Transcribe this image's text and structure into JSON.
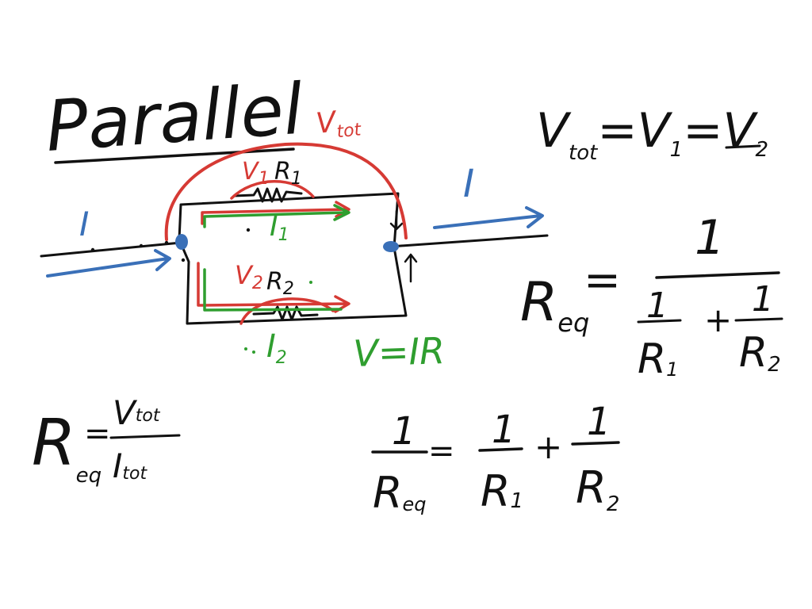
{
  "title": "Parallel",
  "labels": {
    "vtot_arc": "V",
    "vtot_arc_sub": "tot",
    "r1": "R",
    "r1_sub": "1",
    "v1": "V",
    "v1_sub": "1",
    "r2": "R",
    "r2_sub": "2",
    "v2": "V",
    "v2_sub": "2",
    "i1": "I",
    "i1_sub": "1",
    "i2": "I",
    "i2_sub": "2",
    "i_in": "I",
    "i_out": "I",
    "ohms_law": "V=IR"
  },
  "equations": {
    "voltage_eq_v": "V",
    "voltage_eq_tot": "tot",
    "voltage_eq_rest": "=V",
    "voltage_eq_v1_sub": "1",
    "voltage_eq_mid": "=V",
    "voltage_eq_v2_sub": "2",
    "req_top_R": "R",
    "req_top_sub": "eq",
    "req_top_eq": "=",
    "req_top_num": "1",
    "req_top_den1_num": "1",
    "req_top_den1": "R",
    "req_top_den1_sub": "1",
    "req_top_plus": "+",
    "req_top_den2_num": "1",
    "req_top_den2": "R",
    "req_top_den2_sub": "2",
    "req_left_R": "R",
    "req_left_sub": "eq",
    "req_left_eq": "=",
    "req_left_num": "V",
    "req_left_num_sub": "tot",
    "req_left_den": "I",
    "req_left_den_sub": "tot",
    "recip_lhs_num": "1",
    "recip_lhs_den": "R",
    "recip_lhs_den_sub": "eq",
    "recip_eq": "=",
    "recip_r1_num": "1",
    "recip_r1_den": "R",
    "recip_r1_sub": "1",
    "recip_plus": "+",
    "recip_r2_num": "1",
    "recip_r2_den": "R",
    "recip_r2_sub": "2"
  },
  "colors": {
    "ink": "#111111",
    "red": "#d63a34",
    "green": "#2f9e2f",
    "blue": "#3a70b8",
    "background": "#ffffff"
  }
}
